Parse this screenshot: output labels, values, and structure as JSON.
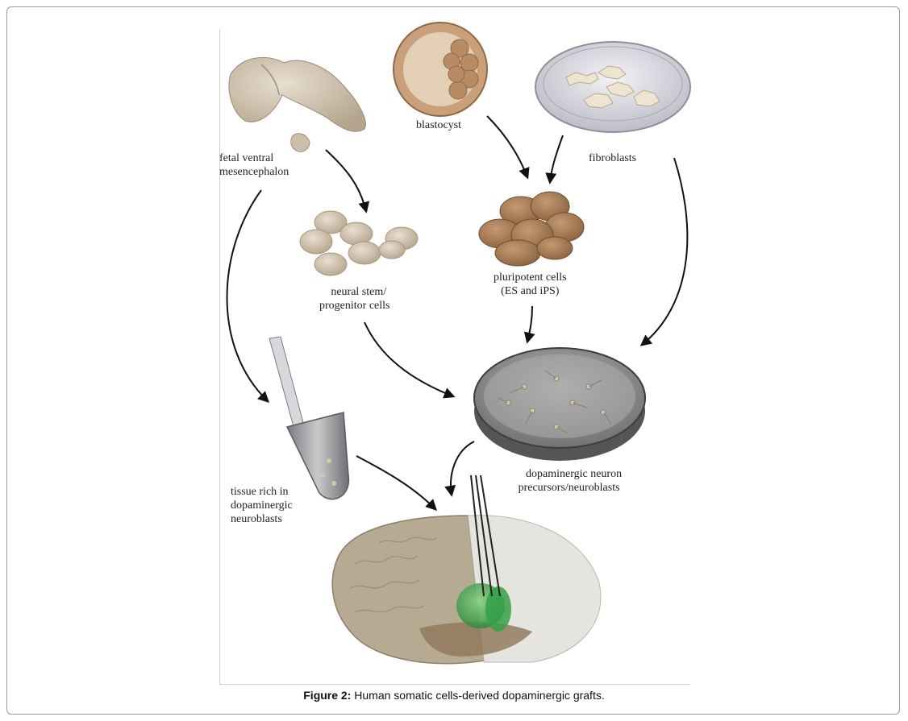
{
  "labels": {
    "fetal_ventral_line1": "fetal ventral",
    "fetal_ventral_line2": "mesencephalon",
    "blastocyst": "blastocyst",
    "fibroblasts": "fibroblasts",
    "neural_stem_line1": "neural stem/",
    "neural_stem_line2": "progenitor cells",
    "pluripotent_line1": "pluripotent cells",
    "pluripotent_line2": "(ES and iPS)",
    "dopaminergic_line1": "dopaminergic neuron",
    "dopaminergic_line2": "precursors/neuroblasts",
    "tissue_line1": "tissue rich in",
    "tissue_line2": "dopaminergic",
    "tissue_line3": "neuroblasts"
  },
  "caption": {
    "prefix": "Figure 2:",
    "text": " Human somatic cells-derived dopaminergic grafts."
  },
  "icons": [
    "fetal-brain-icon",
    "blastocyst-icon",
    "petri-dish-fibroblasts-icon",
    "neural-stem-cells-icon",
    "pluripotent-cells-icon",
    "petri-dish-neurons-icon",
    "test-tube-icon",
    "brain-graft-icon"
  ],
  "colors": {
    "tissue": "#b7a88e",
    "cells_dark": "#9a7652",
    "graft_green": "#3ea552",
    "arrow": "#111111"
  }
}
